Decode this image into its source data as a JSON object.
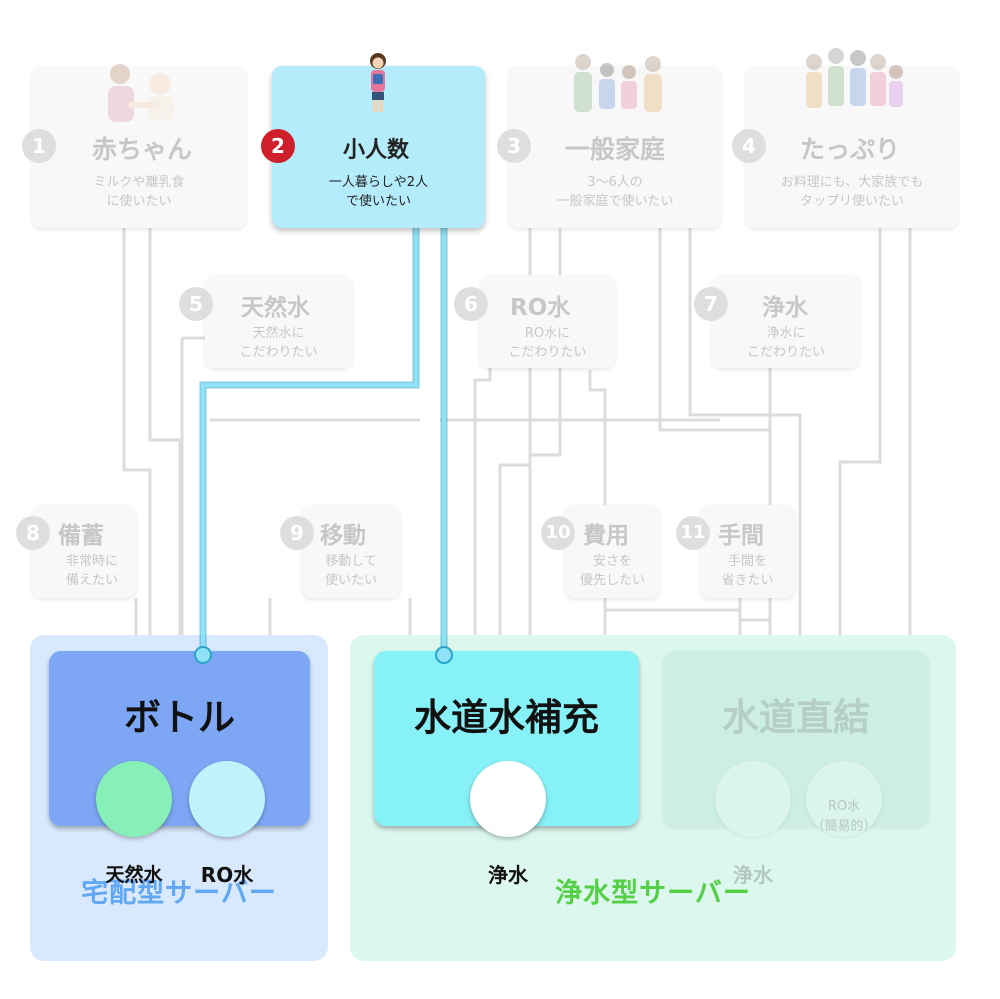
{
  "colors": {
    "highlight_line": "#7fd3ec",
    "dim_line": "#dcdcdc",
    "active_card": "#b5ecfb",
    "badge_active": "#cf1f2b",
    "bottle_panel": "#7da7f5",
    "refill_panel": "#86f1f7",
    "region_delivery": "#d9e9fd",
    "region_purifier": "#dcf8ee",
    "label_delivery": "#62a7f4",
    "label_purifier": "#55cf46"
  },
  "top_cards": [
    {
      "num": "1",
      "title": "赤ちゃん",
      "sub": "ミルクや離乳食\nに使いたい",
      "icon": "mother-baby-icon",
      "active": false
    },
    {
      "num": "2",
      "title": "小人数",
      "sub": "一人暮らしや2人\nで使いたい",
      "icon": "single-woman-icon",
      "active": true
    },
    {
      "num": "3",
      "title": "一般家庭",
      "sub": "3〜6人の\n一般家庭で使いたい",
      "icon": "family-icon",
      "active": false
    },
    {
      "num": "4",
      "title": "たっぷり",
      "sub": "お料理にも、大家族でも\nタップリ使いたい",
      "icon": "big-family-icon",
      "active": false
    }
  ],
  "water_cards": [
    {
      "num": "5",
      "title": "天然水",
      "sub": "天然水に\nこだわりたい"
    },
    {
      "num": "6",
      "title": "RO水",
      "sub": "RO水に\nこだわりたい"
    },
    {
      "num": "7",
      "title": "浄水",
      "sub": "浄水に\nこだわりたい"
    }
  ],
  "need_cards": [
    {
      "num": "8",
      "title": "備蓄",
      "sub": "非常時に\n備えたい"
    },
    {
      "num": "9",
      "title": "移動",
      "sub": "移動して\n使いたい"
    },
    {
      "num": "10",
      "title": "費用",
      "sub": "安さを\n優先したい"
    },
    {
      "num": "11",
      "title": "手間",
      "sub": "手間を\n省きたい"
    }
  ],
  "servers": [
    {
      "title": "ボトル",
      "pills": [
        "天然水",
        "RO水"
      ]
    },
    {
      "title": "水道水補充",
      "pills": [
        "浄水"
      ]
    },
    {
      "title": "水道直結",
      "pills": [
        "浄水",
        "RO水\n（簡易的）"
      ]
    }
  ],
  "regions": {
    "delivery": "宅配型サーバー",
    "purifier": "浄水型サーバー"
  }
}
